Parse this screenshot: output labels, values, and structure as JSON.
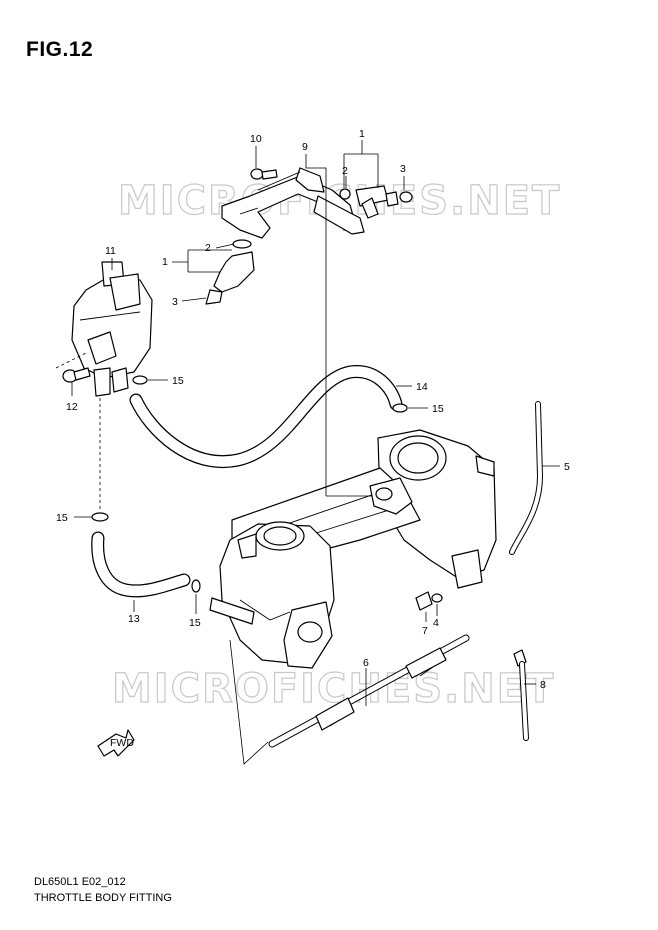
{
  "figure_title": "FIG.12",
  "model_code": "DL650L1 E02_012",
  "caption": "THROTTLE BODY FITTING",
  "watermark": "MICROFICHES.NET",
  "fwd_label": "FWD",
  "callouts": {
    "c1a": "1",
    "c1b": "1",
    "c2a": "2",
    "c2b": "2",
    "c3a": "3",
    "c3b": "3",
    "c4": "4",
    "c5": "5",
    "c6": "6",
    "c7": "7",
    "c8": "8",
    "c9": "9",
    "c10": "10",
    "c11": "11",
    "c12": "12",
    "c13": "13",
    "c14": "14",
    "c15a": "15",
    "c15b": "15",
    "c15c": "15",
    "c15d": "15"
  }
}
